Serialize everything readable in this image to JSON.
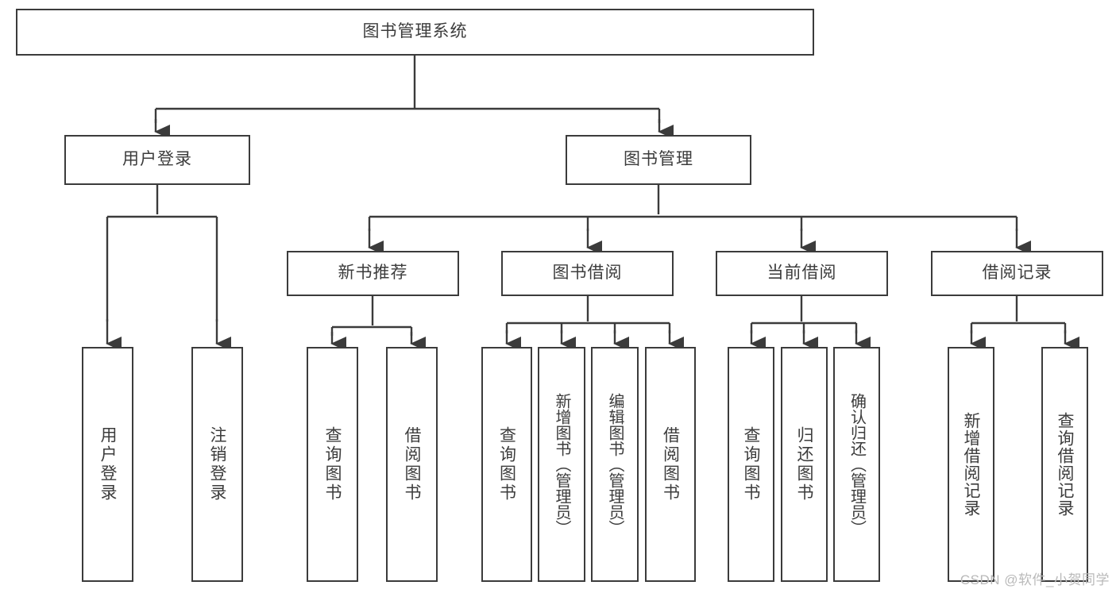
{
  "diagram": {
    "type": "tree",
    "title": "图书管理系统",
    "colors": {
      "node_border": "#3b3b3b",
      "node_fill": "#ffffff",
      "edge": "#3b3b3b",
      "text": "#3c3c3c",
      "watermark": "#b9b9b9",
      "background": "#ffffff"
    },
    "root": {
      "label": "图书管理系统"
    },
    "level2": [
      {
        "label": "用户登录"
      },
      {
        "label": "图书管理"
      }
    ],
    "level3": [
      {
        "label": "新书推荐"
      },
      {
        "label": "图书借阅"
      },
      {
        "label": "当前借阅"
      },
      {
        "label": "借阅记录"
      }
    ],
    "leaves": {
      "user_login": [
        {
          "label": "用户登录"
        },
        {
          "label": "注销登录"
        }
      ],
      "new_book_recommend": [
        {
          "label": "查询图书"
        },
        {
          "label": "借阅图书"
        }
      ],
      "book_borrow": [
        {
          "label": "查询图书"
        },
        {
          "label": "新增图书（管理员）"
        },
        {
          "label": "编辑图书（管理员）"
        },
        {
          "label": "借阅图书"
        }
      ],
      "current_borrow": [
        {
          "label": "查询图书"
        },
        {
          "label": "归还图书"
        },
        {
          "label": "确认归还（管理员）"
        }
      ],
      "borrow_record": [
        {
          "label": "新增借阅记录"
        },
        {
          "label": "查询借阅记录"
        }
      ]
    }
  },
  "watermark": {
    "text": "CSDN @软件_小贺同学"
  }
}
